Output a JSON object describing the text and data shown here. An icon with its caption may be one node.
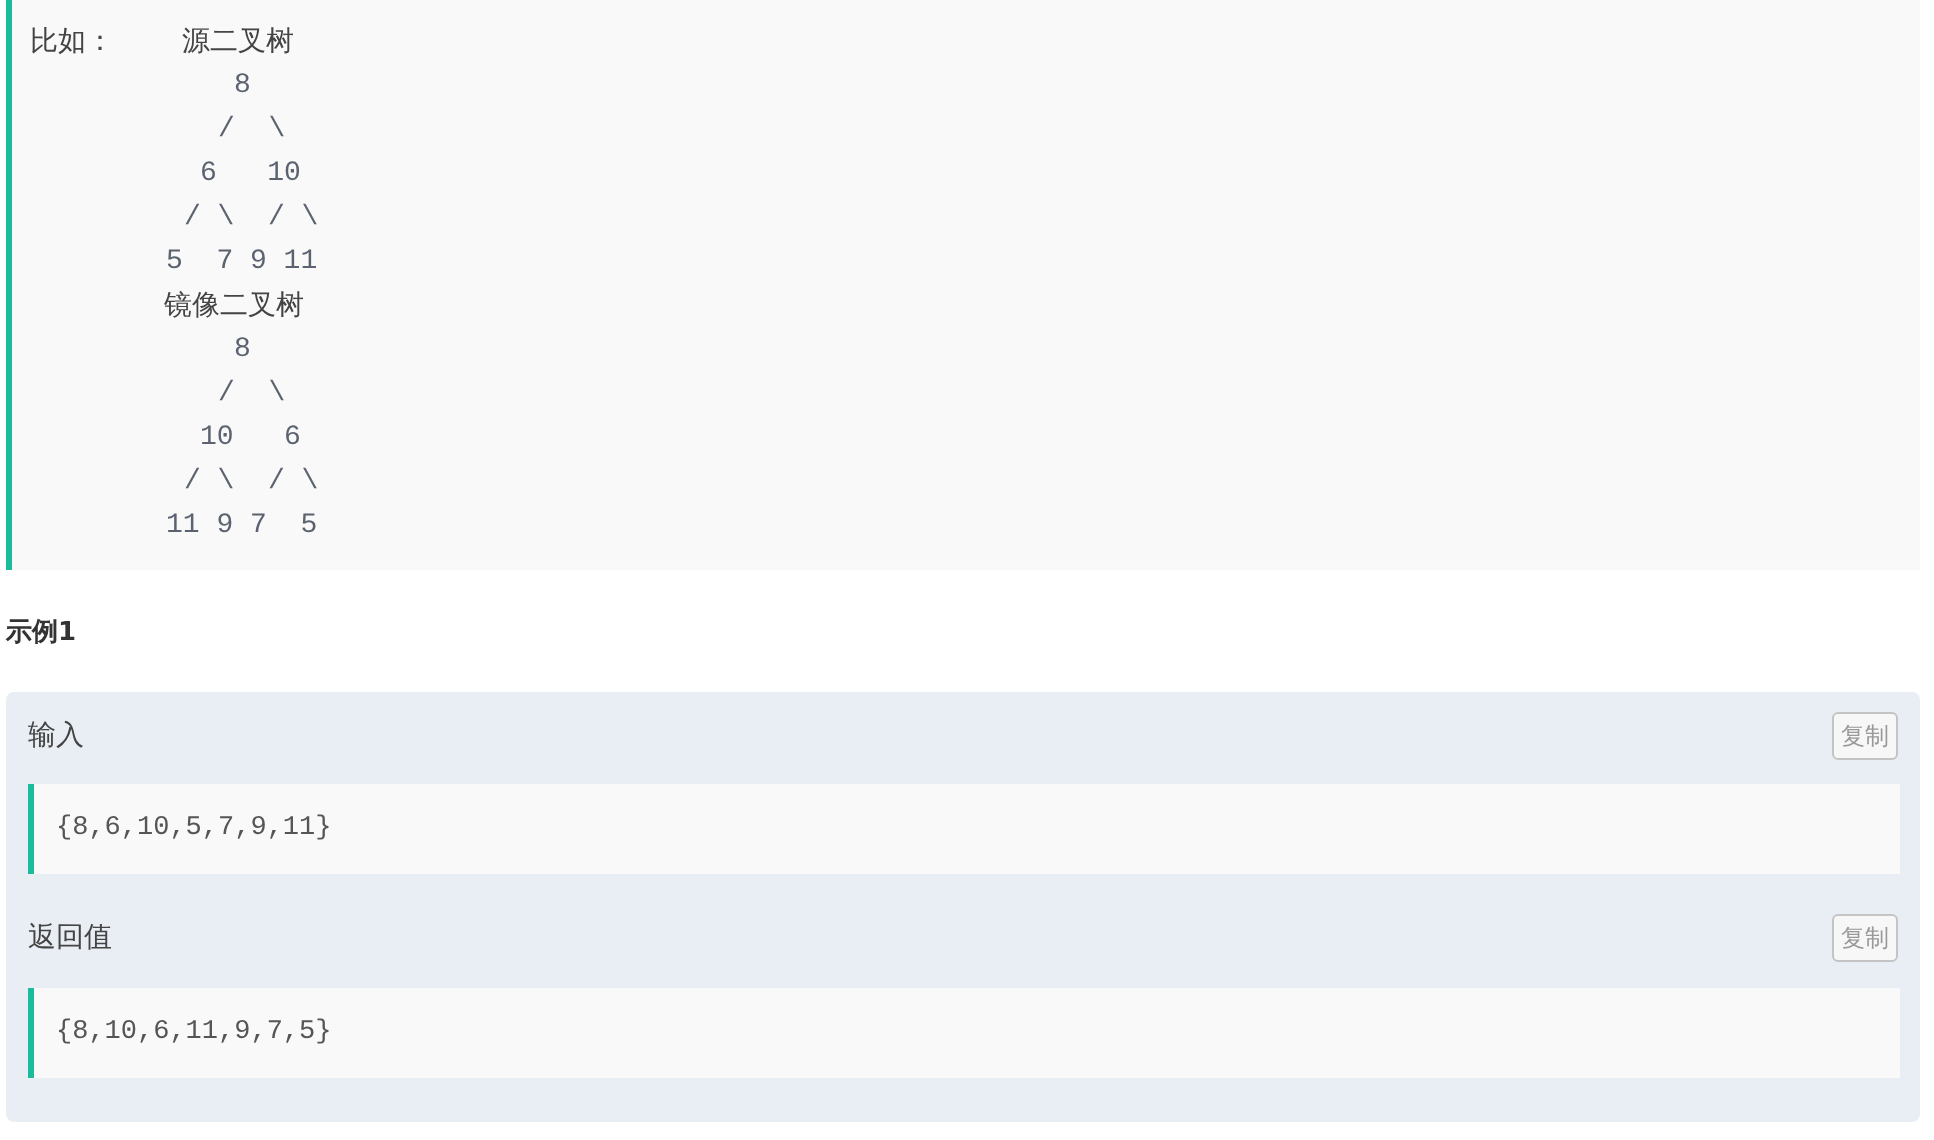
{
  "diagram": {
    "nodes": [
      {
        "text": [
          "比如：",
          "源二叉树",
          "8",
          "/  \\",
          "6   10",
          "/ \\  / \\",
          "5  7 9 11",
          "镜像二叉树",
          "8",
          "/  \\",
          "10   6",
          "/ \\  / \\",
          "11 9 7  5"
        ]
      },
      {
        "text": [
          "输入",
          "返回值"
        ]
      },
      {
        "text": [
          "复制"
        ],
        "in": 1
      },
      {
        "text": [
          "{8,6,10,5,7,9,11}"
        ],
        "in": 1
      },
      {
        "text": [
          "复制"
        ],
        "in": 1
      },
      {
        "text": [
          "{8,10,6,11,9,7,5}"
        ],
        "in": 1
      }
    ],
    "labels": [
      "示例1"
    ]
  }
}
